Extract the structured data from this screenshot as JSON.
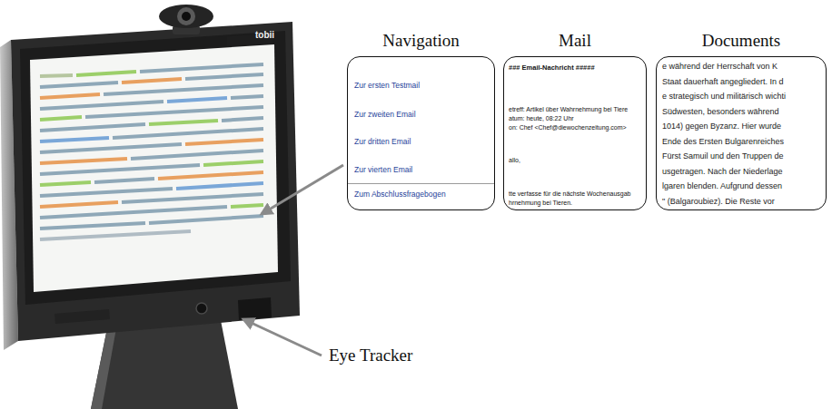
{
  "diagram": {
    "nodes": [
      {
        "text": [
          "Navigation",
          "Zur ersten Testmail",
          "Zur zweiten Email",
          "Zur dritten Email",
          "Zur vierten Email",
          "Zum Abschlussfragebogen"
        ]
      },
      {
        "text": [
          "Mail",
          "### Email-Nachricht #####",
          "etreff: Artikel über Wahrnehmung bei Tiere",
          "atum: heute, 08:22 Uhr",
          "on: Chef <Chef@diewochenzeitung.com>",
          "allo,",
          "tte verfasse für die nächste Wochenausgab",
          "hrnehmung bei Tieren."
        ]
      },
      {
        "text": [
          "Documents",
          "e während der Herrschaft von K",
          "Staat dauerhaft angegliedert. In d",
          "e strategisch und militärisch wichti",
          "Südwesten, besonders während",
          "1014) gegen Byzanz. Hier wurde",
          "Ende des Ersten Bulgarenreiches",
          "Fürst Samuil und den Truppen de",
          "usgetragen. Nach der Niederlage",
          "lgaren blenden. Aufgrund dessen",
          "\" (Balgaroubiez). Die Reste vor"
        ]
      }
    ],
    "labels": [
      "tobii",
      "Eye Tracker"
    ]
  }
}
